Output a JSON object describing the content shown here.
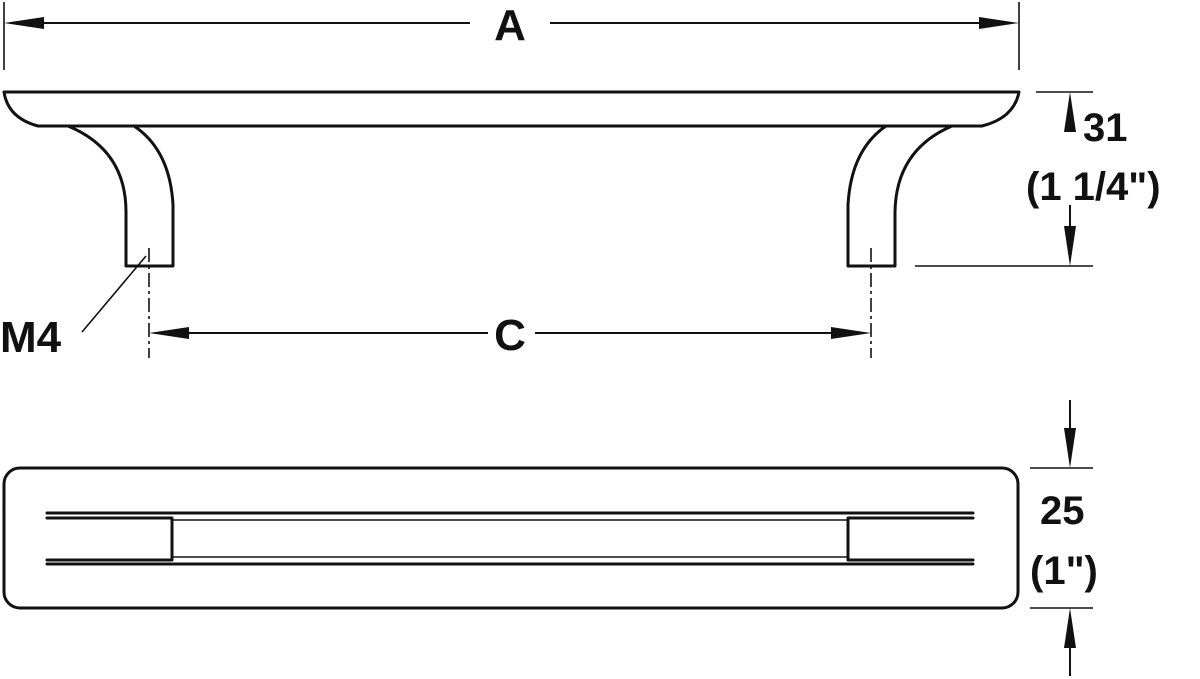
{
  "drawing": {
    "type": "technical-dimension-drawing",
    "line_color": "#111111",
    "background": "#ffffff"
  },
  "labels": {
    "overall_length": "A",
    "hole_spacing": "C",
    "thread": "M4",
    "height_mm": "31",
    "height_in": "(1 1/4\")",
    "width_mm": "25",
    "width_in": "(1\")"
  }
}
